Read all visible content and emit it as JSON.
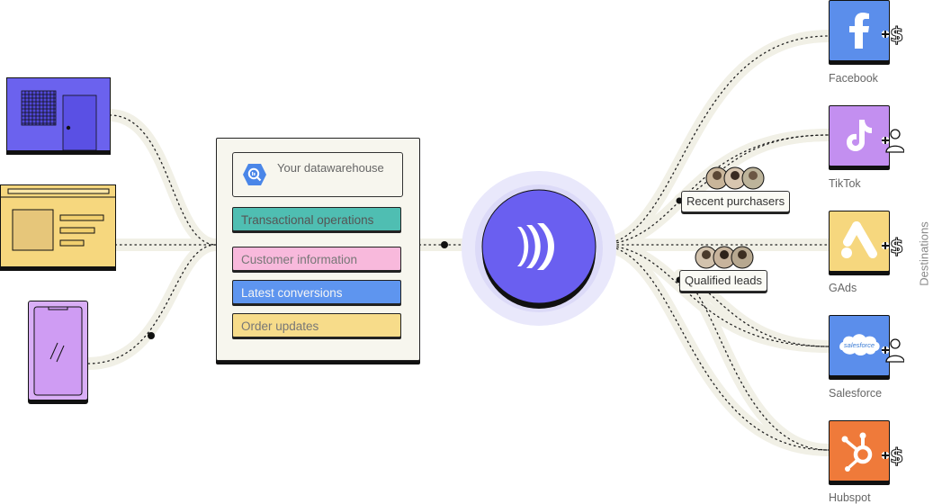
{
  "warehouse": {
    "title": "Your datawarehouse",
    "rows": [
      {
        "label": "Transactional operations",
        "color": "#4fbeb2",
        "text_color": "#555"
      },
      {
        "label": "Customer information",
        "color": "#f8b9dc",
        "text_color": "#777"
      },
      {
        "label": "Latest conversions",
        "color": "#5e95ef",
        "text_color": "#f5f5f5"
      },
      {
        "label": "Order updates",
        "color": "#f7dc8a",
        "text_color": "#777"
      }
    ]
  },
  "audiences": [
    {
      "label": "Recent purchasers"
    },
    {
      "label": "Qualified leads"
    }
  ],
  "destinations": {
    "axis_label": "Destinations",
    "items": [
      {
        "label": "Facebook",
        "color": "#5b8eeb",
        "icon": "facebook-icon",
        "badge": "add-dollar-icon"
      },
      {
        "label": "TikTok",
        "color": "#c38ff0",
        "icon": "tiktok-icon",
        "badge": "add-user-icon"
      },
      {
        "label": "GAds",
        "color": "#f6d77e",
        "icon": "google-ads-icon",
        "badge": "add-dollar-icon"
      },
      {
        "label": "Salesforce",
        "color": "#5b8eeb",
        "icon": "salesforce-icon",
        "badge": "add-user-icon",
        "logo_text": "salesforce"
      },
      {
        "label": "Hubspot",
        "color": "#ef7a3a",
        "icon": "hubspot-icon",
        "badge": "add-dollar-icon"
      }
    ]
  },
  "colors": {
    "hub": "#6a5ff0",
    "store_tile": "#6b62ee",
    "web_tile": "#f6d77e",
    "phone_tile": "#d9aef6",
    "path_bg": "#f1f0e6"
  }
}
